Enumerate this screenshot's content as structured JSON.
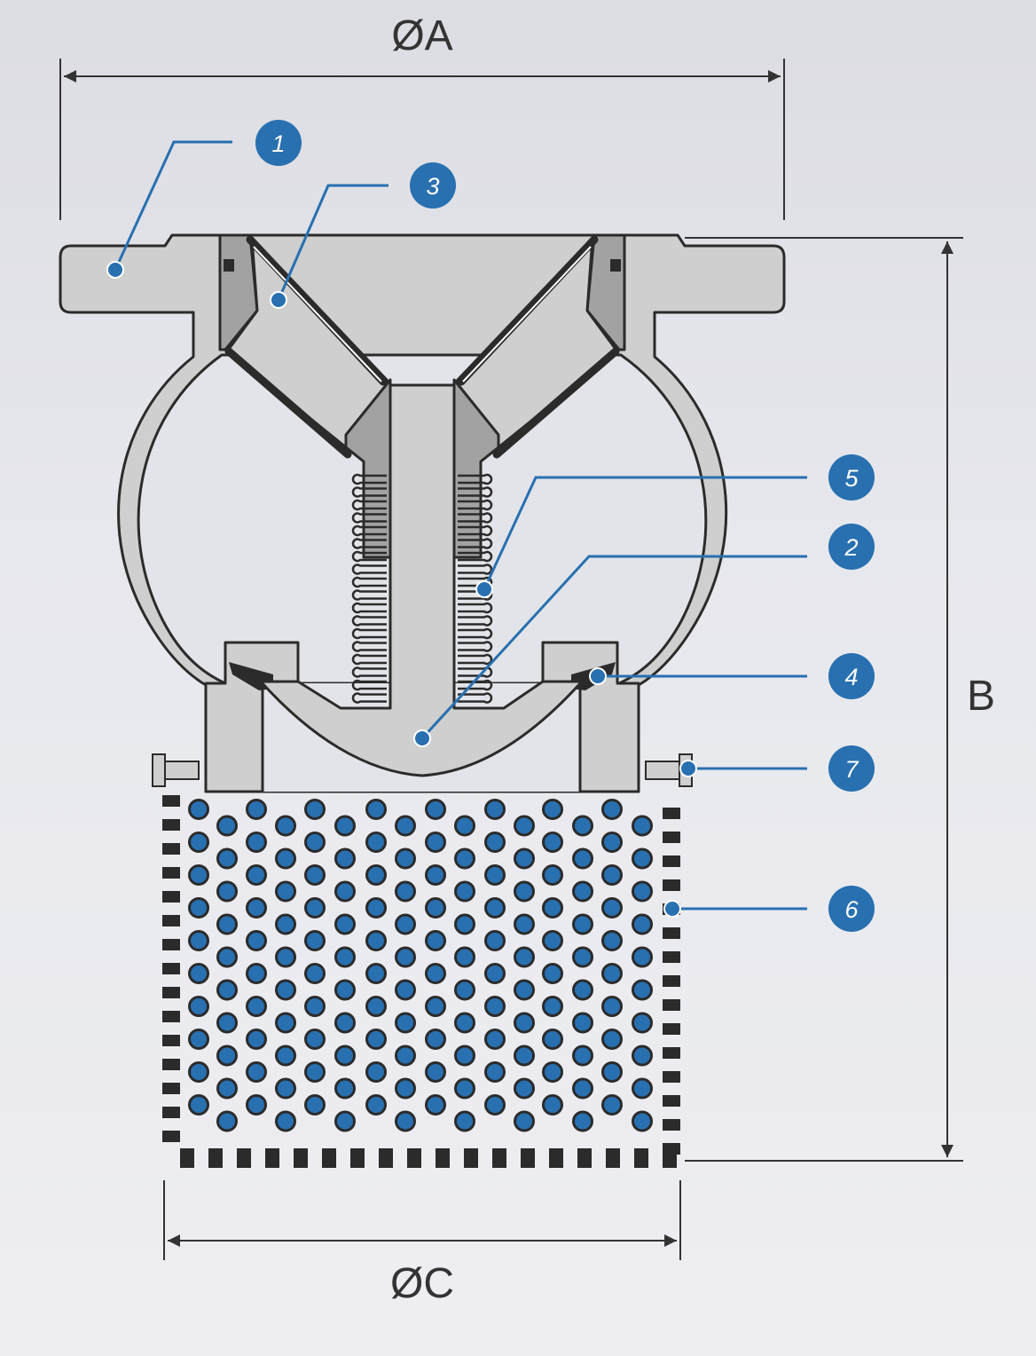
{
  "dimensions": {
    "a": "ØA",
    "b": "B",
    "c": "ØC"
  },
  "callouts": [
    "1",
    "2",
    "3",
    "4",
    "5",
    "6",
    "7"
  ],
  "colors": {
    "body": "#cfcfcf",
    "seat": "#a2a2a2",
    "outline": "#2b2b2b",
    "accent": "#2870b0",
    "dimension": "#333333"
  }
}
